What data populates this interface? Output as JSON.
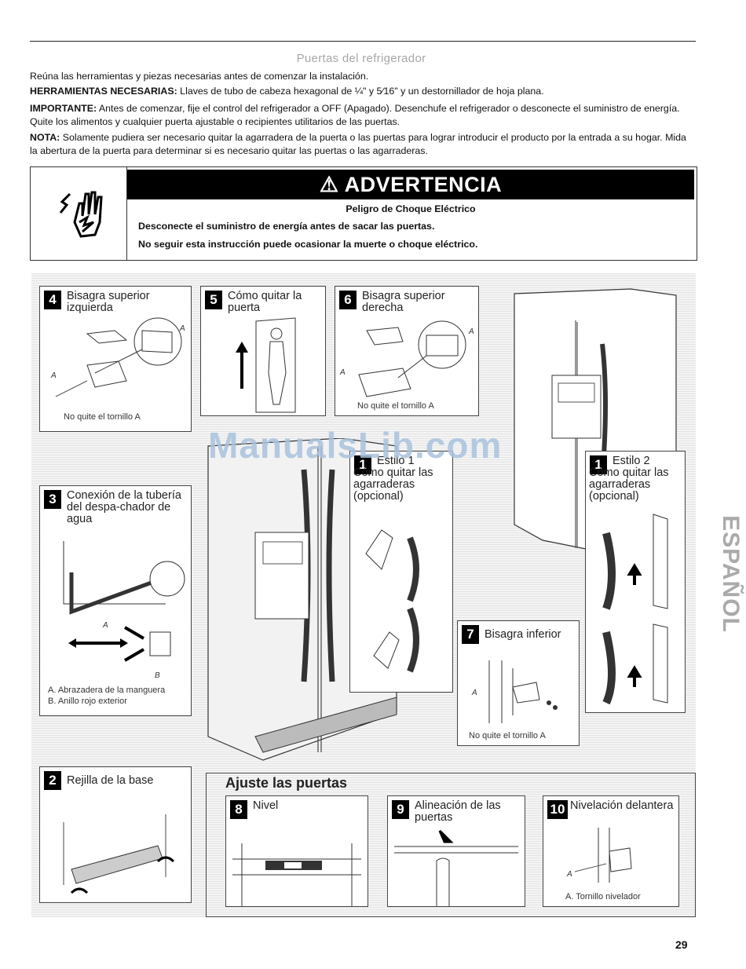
{
  "header": {
    "title": "Puertas del refrigerador"
  },
  "intro": {
    "line1": "Reúna las herramientas y piezas necesarias antes de comenzar la instalación.",
    "tools_label": "HERRAMIENTAS NECESARIAS:",
    "tools_text": "Llaves de tubo de cabeza hexagonal de ¼\" y 5⁄16\" y un destornillador de hoja plana.",
    "important_label": "IMPORTANTE:",
    "important_text": "Antes de comenzar, fije el control del refrigerador a OFF (Apagado). Desenchufe el refrigerador o desconecte el suministro de energía. Quite los alimentos y cualquier puerta ajustable o recipientes utilitarios de las puertas.",
    "note_label": "NOTA:",
    "note_text": "Solamente pudiera ser necesario quitar la agarradera de la puerta o las puertas para lograr introducir el producto por la entrada a su hogar. Mida la abertura de la puerta para determinar si es necesario quitar las puertas o las agarraderas."
  },
  "warning": {
    "banner": "ADVERTENCIA",
    "subtitle": "Peligro de Choque Eléctrico",
    "line1": "Desconecte el suministro de energía antes de sacar las puertas.",
    "line2": "No seguir esta instrucción puede ocasionar la muerte o choque eléctrico."
  },
  "steps": {
    "s4": {
      "num": "4",
      "title": "Bisagra superior izquierda",
      "caption": "No quite el tornillo A",
      "label": "A"
    },
    "s5": {
      "num": "5",
      "title": "Cómo quitar la puerta"
    },
    "s6": {
      "num": "6",
      "title": "Bisagra superior derecha",
      "caption": "No quite el tornillo A",
      "label": "A"
    },
    "s3": {
      "num": "3",
      "title": "Conexión de la tubería del despa-chador de agua",
      "label_a": "A",
      "label_b": "B",
      "cap_a": "A. Abrazadera de la manguera",
      "cap_b": "B. Anillo rojo exterior"
    },
    "s1a": {
      "num": "1",
      "title": "Estilo 1 Cómo quitar las agarraderas (opcional)"
    },
    "s1b": {
      "num": "1",
      "title": "Estilo 2 Cómo quitar las agarraderas (opcional)"
    },
    "s7": {
      "num": "7",
      "title": "Bisagra inferior",
      "caption": "No quite el tornillo A",
      "label": "A"
    },
    "s2": {
      "num": "2",
      "title": "Rejilla de la base"
    },
    "adjust": {
      "title": "Ajuste las puertas"
    },
    "s8": {
      "num": "8",
      "title": "Nivel"
    },
    "s9": {
      "num": "9",
      "title": "Alineación de las puertas"
    },
    "s10": {
      "num": "10",
      "title": "Nivelación delantera",
      "caption": "A. Tornillo nivelador",
      "label": "A"
    }
  },
  "watermark": "ManualsLib.com",
  "side_tab": "ESPAÑOL",
  "page_number": "29"
}
